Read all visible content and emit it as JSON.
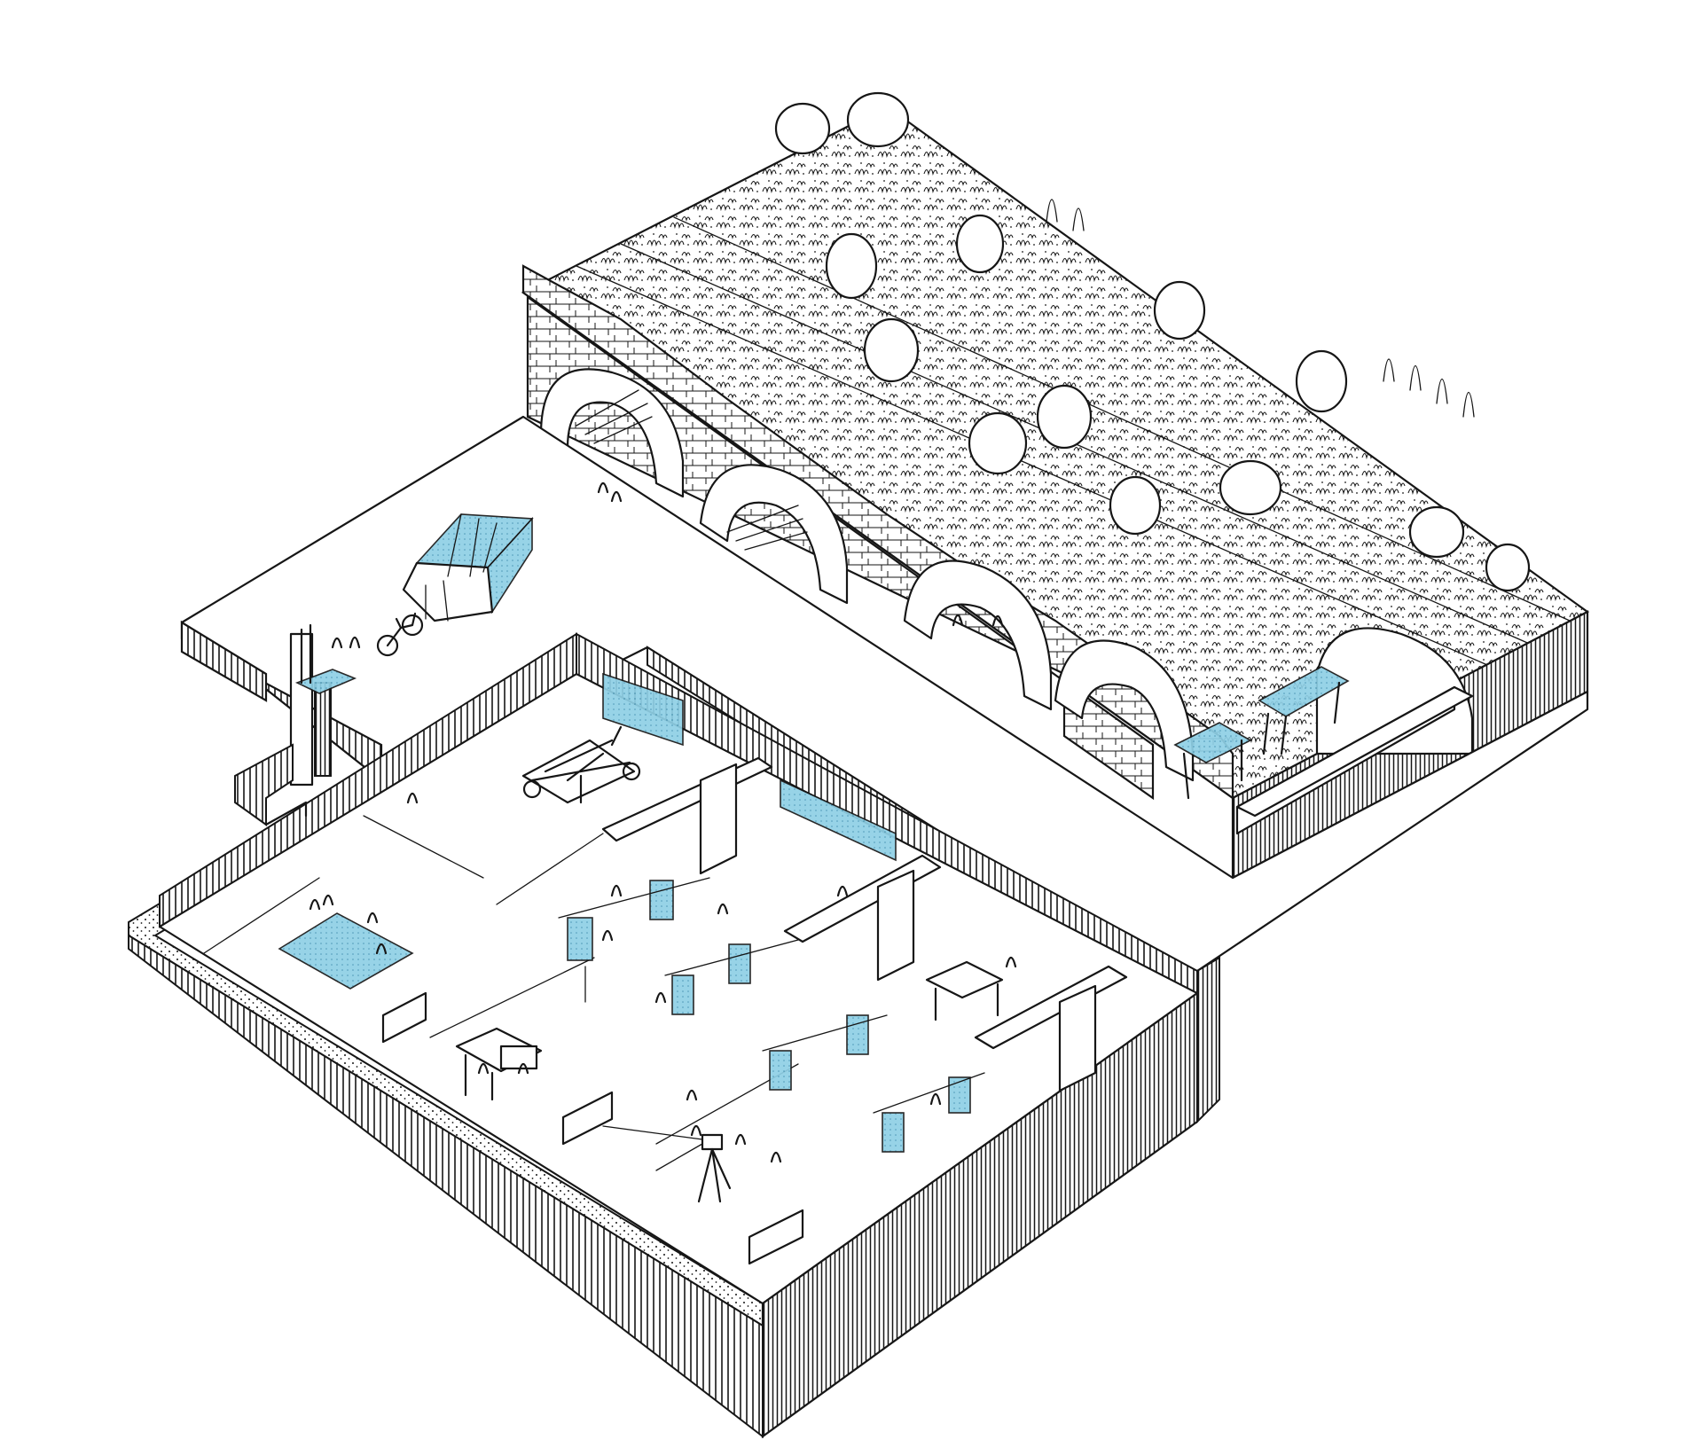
{
  "drawing": {
    "type": "isometric-architectural-cutaway",
    "ink_color": "#161616",
    "paper_color": "#ffffff",
    "accent_color": "#8fd0e6",
    "elements": [
      "overgrown-railway-viaduct-with-garden-roof",
      "brick-arches",
      "upper-plaza-slab",
      "greenhouse",
      "bicycle",
      "lift-tower",
      "sunken-exhibition-hall",
      "workshop-tables",
      "stepped-entrance-ramp",
      "vault-passage"
    ]
  }
}
